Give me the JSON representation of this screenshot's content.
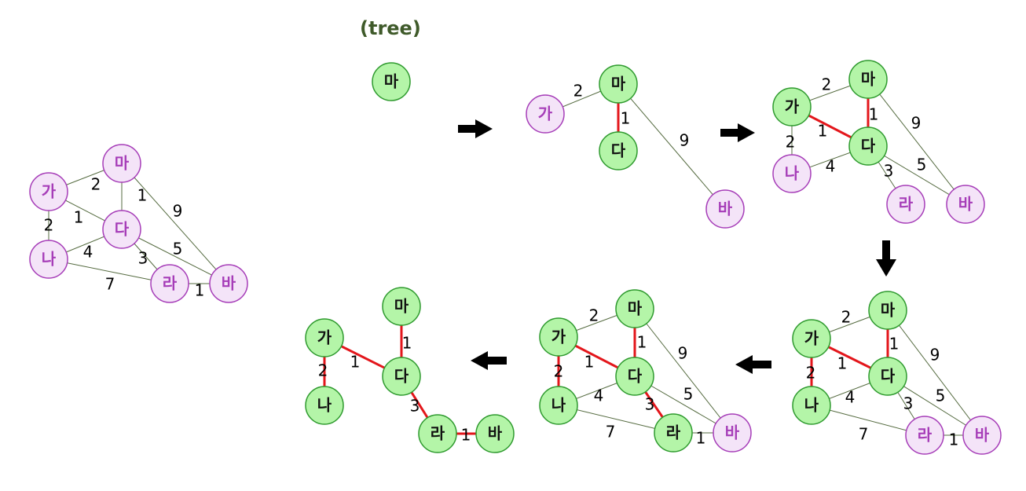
{
  "caption": "(tree)",
  "colors": {
    "tree_fill": "#b4f5a8",
    "tree_stroke": "#2e9a2e",
    "tree_text": "#111111",
    "pending_fill": "#f4e4f8",
    "pending_stroke": "#a63db8",
    "pending_text": "#a63db8",
    "chosen_edge": "#e3161b",
    "plain_edge": "#556b40",
    "caption": "#3f5a2a",
    "arrow": "#000000"
  },
  "vertices": [
    "가",
    "나",
    "다",
    "라",
    "마",
    "바"
  ],
  "graph_edges": [
    {
      "a": "가",
      "b": "마",
      "w": "2"
    },
    {
      "a": "마",
      "b": "다",
      "w": "1"
    },
    {
      "a": "가",
      "b": "다",
      "w": "1"
    },
    {
      "a": "가",
      "b": "나",
      "w": "2"
    },
    {
      "a": "나",
      "b": "다",
      "w": "4"
    },
    {
      "a": "다",
      "b": "라",
      "w": "3"
    },
    {
      "a": "다",
      "b": "바",
      "w": "5"
    },
    {
      "a": "마",
      "b": "바",
      "w": "9"
    },
    {
      "a": "나",
      "b": "라",
      "w": "7"
    },
    {
      "a": "라",
      "b": "바",
      "w": "1"
    }
  ],
  "steps": [
    {
      "name": "original-graph",
      "tree": [],
      "fringe": [
        "가",
        "나",
        "다",
        "라",
        "마",
        "바"
      ],
      "edges": [
        {
          "a": "가",
          "b": "마",
          "w": "2"
        },
        {
          "a": "마",
          "b": "다",
          "w": "1"
        },
        {
          "a": "가",
          "b": "다",
          "w": "1"
        },
        {
          "a": "가",
          "b": "나",
          "w": "2"
        },
        {
          "a": "나",
          "b": "다",
          "w": "4"
        },
        {
          "a": "다",
          "b": "라",
          "w": "3"
        },
        {
          "a": "다",
          "b": "바",
          "w": "5"
        },
        {
          "a": "마",
          "b": "바",
          "w": "9"
        },
        {
          "a": "나",
          "b": "라",
          "w": "7"
        },
        {
          "a": "라",
          "b": "바",
          "w": "1"
        }
      ]
    },
    {
      "name": "step-1",
      "tree": [
        "마"
      ],
      "fringe": [],
      "edges": []
    },
    {
      "name": "step-2",
      "tree": [
        "마",
        "다"
      ],
      "fringe": [
        "가",
        "바"
      ],
      "edges": [
        {
          "a": "가",
          "b": "마",
          "w": "2"
        },
        {
          "a": "마",
          "b": "다",
          "w": "1",
          "chosen": true
        },
        {
          "a": "마",
          "b": "바",
          "w": "9"
        }
      ]
    },
    {
      "name": "step-3",
      "tree": [
        "마",
        "다",
        "가"
      ],
      "fringe": [
        "나",
        "라",
        "바"
      ],
      "edges": [
        {
          "a": "가",
          "b": "마",
          "w": "2"
        },
        {
          "a": "마",
          "b": "다",
          "w": "1",
          "chosen": true
        },
        {
          "a": "가",
          "b": "다",
          "w": "1",
          "chosen": true
        },
        {
          "a": "가",
          "b": "나",
          "w": "2"
        },
        {
          "a": "나",
          "b": "다",
          "w": "4"
        },
        {
          "a": "다",
          "b": "라",
          "w": "3"
        },
        {
          "a": "다",
          "b": "바",
          "w": "5"
        },
        {
          "a": "마",
          "b": "바",
          "w": "9"
        }
      ]
    },
    {
      "name": "step-4",
      "tree": [
        "마",
        "다",
        "가",
        "나"
      ],
      "fringe": [
        "라",
        "바"
      ],
      "edges": [
        {
          "a": "가",
          "b": "마",
          "w": "2"
        },
        {
          "a": "마",
          "b": "다",
          "w": "1",
          "chosen": true
        },
        {
          "a": "가",
          "b": "다",
          "w": "1",
          "chosen": true
        },
        {
          "a": "가",
          "b": "나",
          "w": "2",
          "chosen": true
        },
        {
          "a": "나",
          "b": "다",
          "w": "4"
        },
        {
          "a": "다",
          "b": "라",
          "w": "3"
        },
        {
          "a": "다",
          "b": "바",
          "w": "5"
        },
        {
          "a": "마",
          "b": "바",
          "w": "9"
        },
        {
          "a": "나",
          "b": "라",
          "w": "7"
        },
        {
          "a": "라",
          "b": "바",
          "w": "1"
        }
      ]
    },
    {
      "name": "step-5",
      "tree": [
        "마",
        "다",
        "가",
        "나",
        "라"
      ],
      "fringe": [
        "바"
      ],
      "edges": [
        {
          "a": "가",
          "b": "마",
          "w": "2"
        },
        {
          "a": "마",
          "b": "다",
          "w": "1",
          "chosen": true
        },
        {
          "a": "가",
          "b": "다",
          "w": "1",
          "chosen": true
        },
        {
          "a": "가",
          "b": "나",
          "w": "2",
          "chosen": true
        },
        {
          "a": "나",
          "b": "다",
          "w": "4"
        },
        {
          "a": "다",
          "b": "라",
          "w": "3",
          "chosen": true
        },
        {
          "a": "다",
          "b": "바",
          "w": "5"
        },
        {
          "a": "마",
          "b": "바",
          "w": "9"
        },
        {
          "a": "나",
          "b": "라",
          "w": "7"
        },
        {
          "a": "라",
          "b": "바",
          "w": "1"
        }
      ]
    },
    {
      "name": "step-6",
      "tree": [
        "마",
        "다",
        "가",
        "나",
        "라",
        "바"
      ],
      "fringe": [],
      "edges": [
        {
          "a": "마",
          "b": "다",
          "w": "1",
          "chosen": true
        },
        {
          "a": "가",
          "b": "다",
          "w": "1",
          "chosen": true
        },
        {
          "a": "가",
          "b": "나",
          "w": "2",
          "chosen": true
        },
        {
          "a": "다",
          "b": "라",
          "w": "3",
          "chosen": true
        },
        {
          "a": "라",
          "b": "바",
          "w": "1",
          "chosen": true
        }
      ]
    }
  ],
  "arrows": [
    {
      "name": "arrow-right-1",
      "dir": "right"
    },
    {
      "name": "arrow-right-2",
      "dir": "right"
    },
    {
      "name": "arrow-down",
      "dir": "down"
    },
    {
      "name": "arrow-left-1",
      "dir": "left"
    },
    {
      "name": "arrow-left-2",
      "dir": "left"
    }
  ]
}
